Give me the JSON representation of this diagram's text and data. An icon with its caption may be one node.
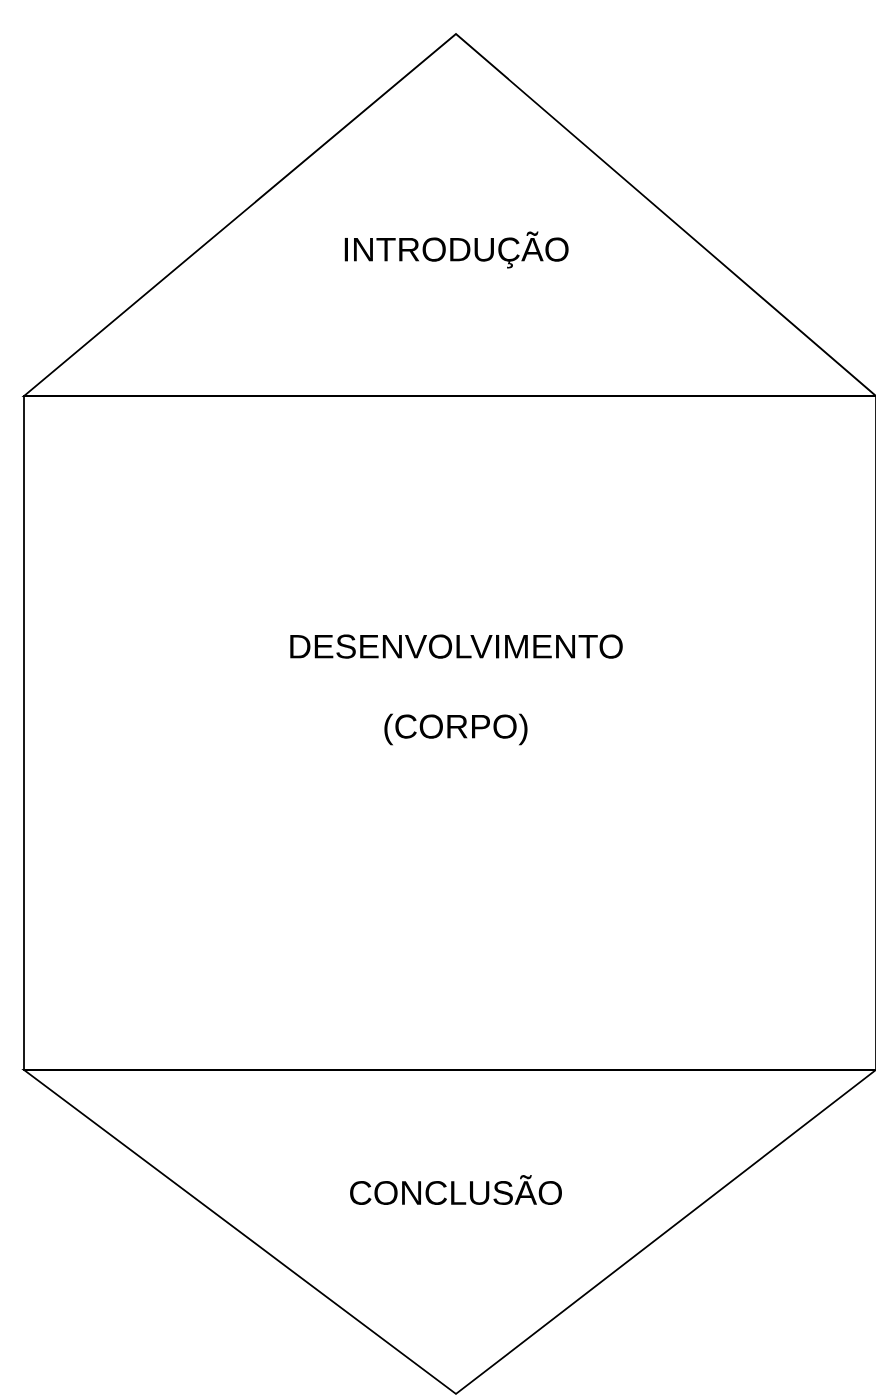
{
  "diagram": {
    "nodes": [
      {
        "text": [
          "INTRODUÇÃO"
        ]
      },
      {
        "text": [
          "DESENVOLVIMENTO (CORPO)"
        ]
      },
      {
        "text": [
          "CONCLUSÃO"
        ]
      }
    ]
  }
}
